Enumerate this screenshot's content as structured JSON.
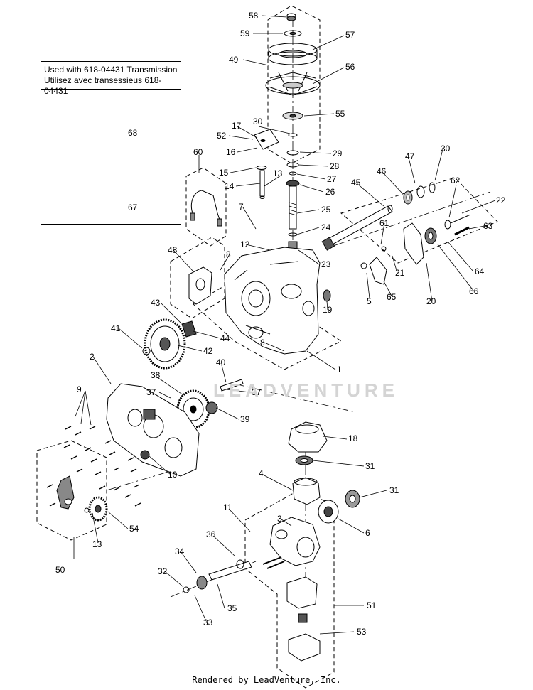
{
  "inset": {
    "line1": "Used with 618-04431 Transmission",
    "line2": "Utilisez avec transessieus 618-04431"
  },
  "watermark": "LEADVENTURE",
  "footer": "Rendered by LeadVenture, Inc.",
  "callouts": [
    "58",
    "59",
    "57",
    "49",
    "56",
    "55",
    "30",
    "17",
    "52",
    "16",
    "29",
    "28",
    "15",
    "27",
    "13",
    "14",
    "26",
    "60",
    "47",
    "30",
    "46",
    "45",
    "25",
    "7",
    "24",
    "61",
    "62",
    "22",
    "63",
    "12",
    "8",
    "48",
    "23",
    "21",
    "64",
    "5",
    "65",
    "20",
    "66",
    "43",
    "44",
    "41",
    "42",
    "19",
    "8",
    "1",
    "40",
    "2",
    "38",
    "37",
    "37",
    "9",
    "39",
    "18",
    "31",
    "4",
    "10",
    "31",
    "50",
    "13",
    "54",
    "6",
    "11",
    "3",
    "36",
    "34",
    "32",
    "35",
    "33",
    "51",
    "53",
    "68",
    "67"
  ]
}
